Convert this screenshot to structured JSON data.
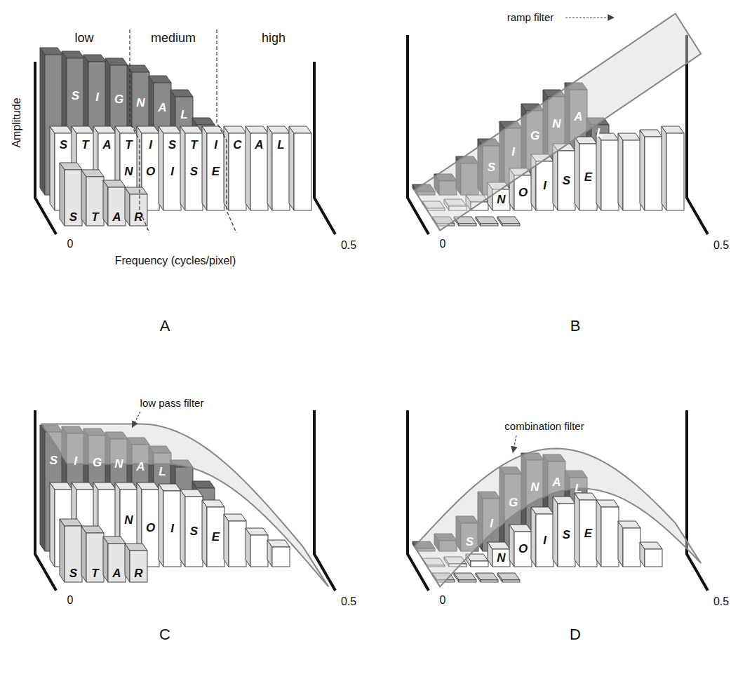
{
  "diagram": {
    "labels": [
      "low",
      "medium",
      "high",
      "Amplitude",
      "S",
      "I",
      "G",
      "N",
      "A",
      "L",
      "S",
      "T",
      "A",
      "T",
      "I",
      "S",
      "T",
      "I",
      "C",
      "A",
      "L",
      "N",
      "O",
      "I",
      "S",
      "E",
      "S",
      "T",
      "A",
      "R",
      "0",
      "0.5",
      "Frequency (cycles/pixel)",
      "A",
      "ramp filter",
      "S",
      "I",
      "G",
      "N",
      "A",
      "L",
      "N",
      "O",
      "I",
      "S",
      "E",
      "0",
      "0.5",
      "B",
      "low pass filter",
      "S",
      "I",
      "G",
      "N",
      "A",
      "L",
      "N",
      "O",
      "I",
      "S",
      "E",
      "S",
      "T",
      "A",
      "R",
      "0",
      "0.5",
      "C",
      "combination filter",
      "S",
      "I",
      "G",
      "N",
      "A",
      "L",
      "N",
      "O",
      "I",
      "S",
      "E",
      "0",
      "0.5",
      "D"
    ]
  }
}
